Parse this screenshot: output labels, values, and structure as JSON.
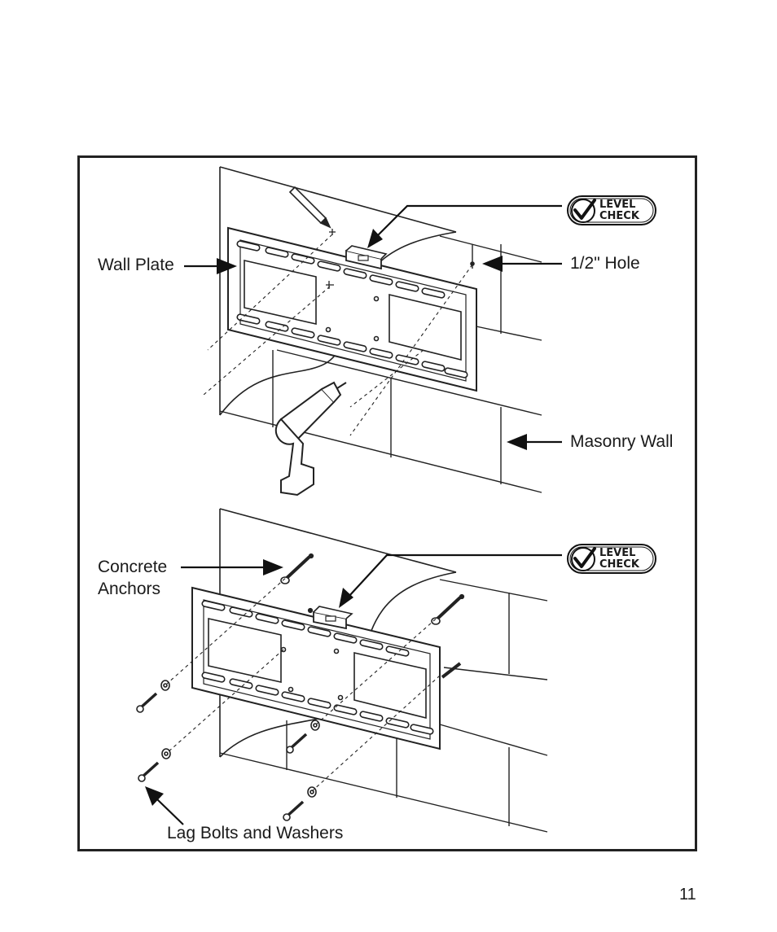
{
  "labels": {
    "wall_plate": "Wall Plate",
    "half_inch_hole": "1/2\" Hole",
    "masonry_wall": "Masonry Wall",
    "concrete_anchors_line1": "Concrete",
    "concrete_anchors_line2": "Anchors",
    "lag_bolts": "Lag Bolts and Washers"
  },
  "badges": [
    {
      "line1": "LEVEL",
      "line2": "CHECK"
    },
    {
      "line1": "LEVEL",
      "line2": "CHECK"
    }
  ],
  "page_number": "11"
}
